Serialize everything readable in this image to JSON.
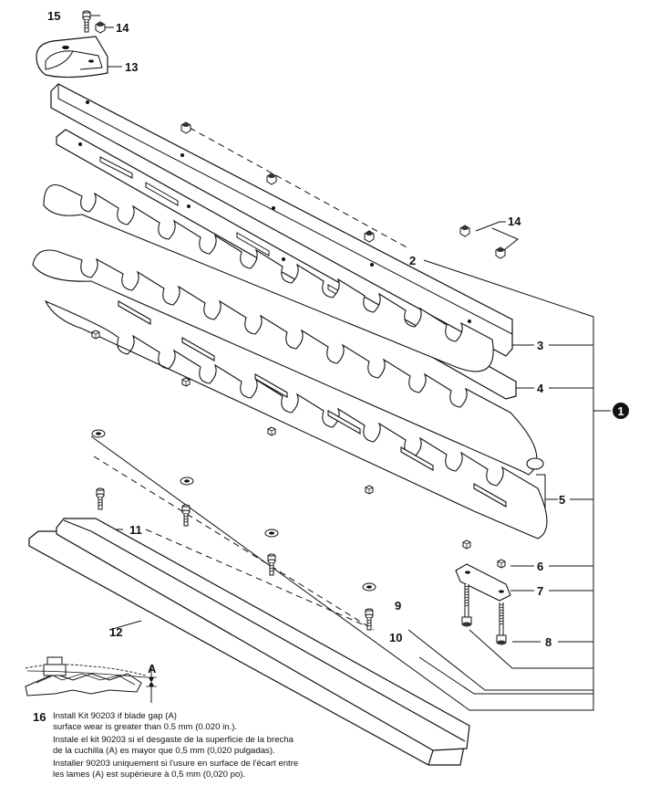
{
  "labels": {
    "l1": "1",
    "l2": "2",
    "l3": "3",
    "l4": "4",
    "l5": "5",
    "l6": "6",
    "l7": "7",
    "l8": "8",
    "l9": "9",
    "l10": "10",
    "l11": "11",
    "l12": "12",
    "l13": "13",
    "l14a": "14",
    "l14b": "14",
    "l15": "15",
    "l16": "16",
    "gapA": "A"
  },
  "note": {
    "en_1": "Install Kit 90203 if blade gap (A)",
    "en_2": "surface wear is greater than 0.5 mm (0.020 in.).",
    "es_1": "Instale el kit 90203 si el desgaste de la superficie de la brecha",
    "es_2": "de la cuchilla (A) es mayor que 0,5 mm (0,020 pulgadas).",
    "fr_1": "Installer 90203 uniquement si l'usure en surface de l'écart entre",
    "fr_2": "les lames (A) est supérieure à 0,5 mm (0,020 po)."
  }
}
